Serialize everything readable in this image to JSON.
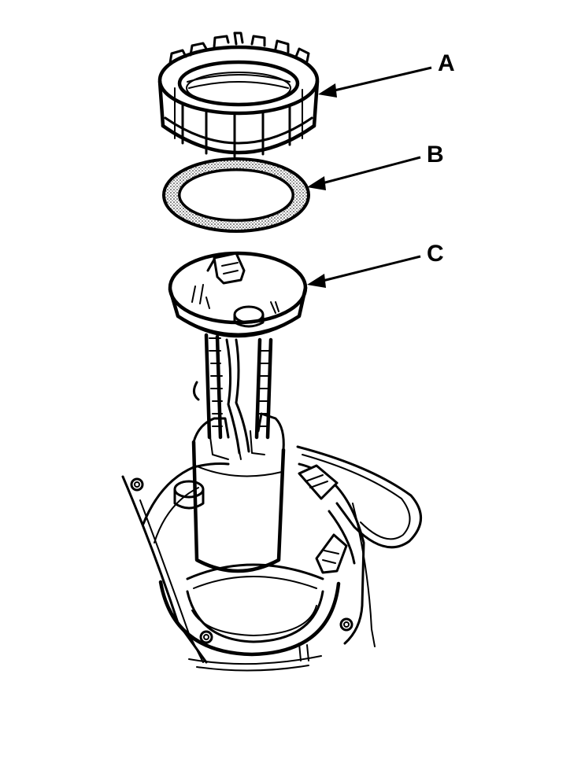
{
  "diagram": {
    "callouts": [
      {
        "id": "A",
        "label": "A",
        "part": "lock-ring"
      },
      {
        "id": "B",
        "label": "B",
        "part": "gasket"
      },
      {
        "id": "C",
        "label": "C",
        "part": "fuel-pump-assembly"
      }
    ],
    "colors": {
      "ink": "#000000",
      "background": "#ffffff"
    }
  }
}
